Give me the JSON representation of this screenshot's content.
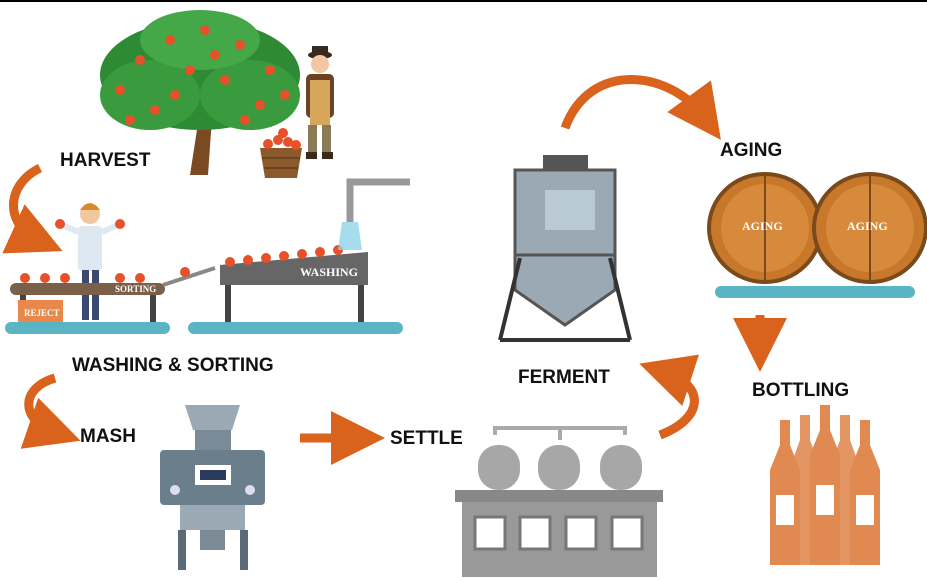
{
  "labels": {
    "harvest": "HARVEST",
    "washing_sorting": "WASHING & SORTING",
    "mash": "MASH",
    "settle": "SETTLE",
    "ferment": "FERMENT",
    "aging": "AGING",
    "bottling": "BOTTLING"
  },
  "equipment_text": {
    "reject": "REJECT",
    "sorting": "SORTING",
    "washing": "WASHING",
    "barrel_left": "AGING",
    "barrel_right": "AGING"
  },
  "colors": {
    "arrow": "#d9621c",
    "floor": "#5ab4c4",
    "steel": "#9aa9b4",
    "barrel": "#c7782b",
    "bottle": "#e08a52",
    "tree": "#2f8a35",
    "apple": "#e8502a"
  }
}
